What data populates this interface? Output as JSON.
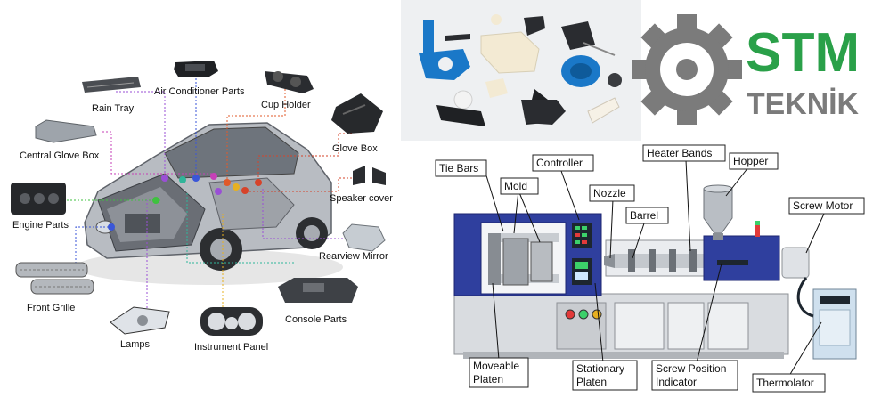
{
  "car_labels": {
    "rain_tray": "Rain Tray",
    "air_conditioner": "Air Conditioner Parts",
    "cup_holder": "Cup Holder",
    "central_glove_box": "Central Glove Box",
    "glove_box": "Glove Box",
    "speaker_cover": "Speaker cover",
    "engine_parts": "Engine Parts",
    "rearview_mirror": "Rearview Mirror",
    "front_grille": "Front Grille",
    "console_parts": "Console Parts",
    "lamps": "Lamps",
    "instrument_panel": "Instrument Panel"
  },
  "logo": {
    "line1": "STM",
    "line2": "TEKNİK"
  },
  "machine_labels": {
    "tie_bars": "Tie Bars",
    "mold": "Mold",
    "controller": "Controller",
    "nozzle": "Nozzle",
    "heater_bands": "Heater Bands",
    "hopper": "Hopper",
    "barrel": "Barrel",
    "screw_motor": "Screw Motor",
    "moveable_platen": [
      "Moveable",
      "Platen"
    ],
    "stationary_platen": [
      "Stationary",
      "Platen"
    ],
    "screw_position_indicator": [
      "Screw Position",
      "Indicator"
    ],
    "thermolator": "Thermolator"
  },
  "colors": {
    "machine_blue": "#2f3f9e",
    "logo_green": "#2aa049",
    "logo_gray": "#7b7b7b",
    "part_blue": "#1a78c8"
  }
}
